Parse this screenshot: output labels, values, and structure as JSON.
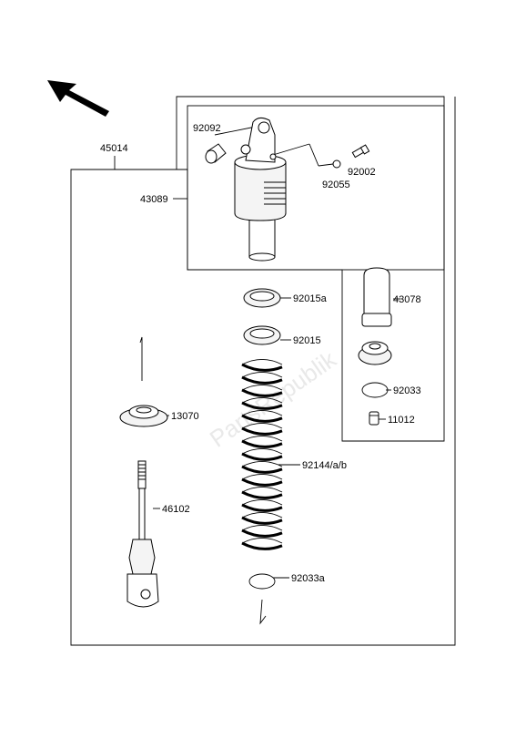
{
  "watermark": "PartsRepublik",
  "parts": {
    "assembly": "45014",
    "shock_body": "43089",
    "bushing": "92092",
    "bolt": "92002",
    "washer": "92055",
    "reservoir_cap": "43078",
    "nut_a": "92015a",
    "nut": "92015",
    "seal_ring": "92033",
    "valve": "11012",
    "spring_seat": "13070",
    "spring": "92144/a/b",
    "rod_end": "46102",
    "ring_a": "92033a"
  }
}
